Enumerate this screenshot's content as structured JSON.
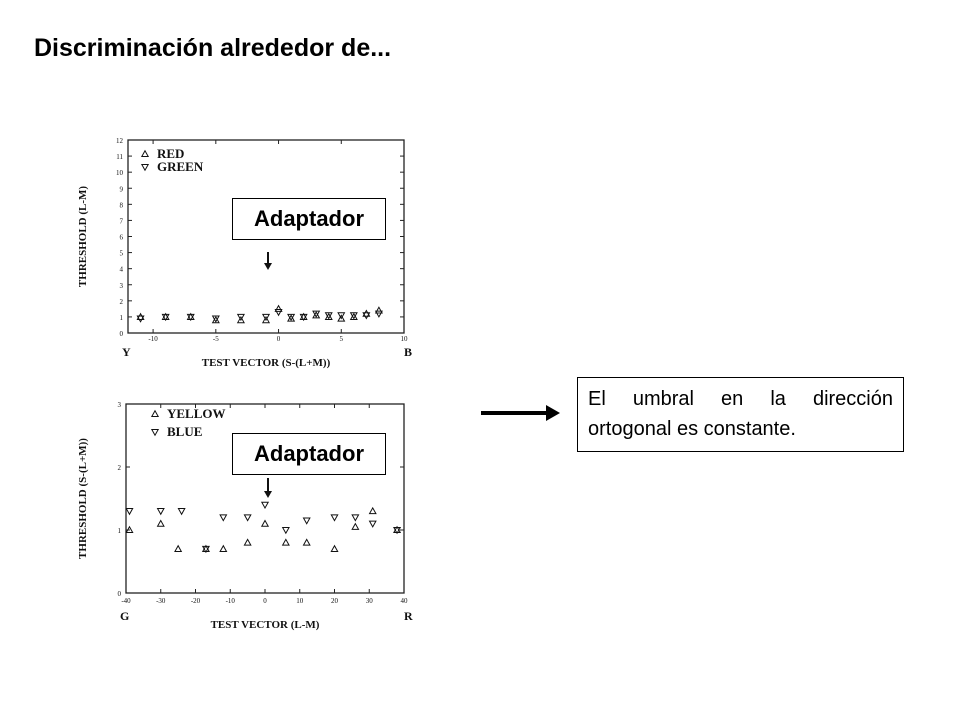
{
  "slide": {
    "title": "Discriminación alrededor de...",
    "note": "El umbral en la dirección ortogonal es constante.",
    "adapter_label": "Adaptador"
  },
  "chart_data": [
    {
      "type": "scatter",
      "ylabel": "THRESHOLD (L-M)",
      "xlabel": "TEST VECTOR (S-(L+M))",
      "xlim": [
        -12,
        10
      ],
      "ylim": [
        0,
        12
      ],
      "x_ticks": [
        -10,
        -5,
        0,
        5,
        10
      ],
      "y_ticks": [
        0,
        1,
        2,
        3,
        4,
        5,
        6,
        7,
        8,
        9,
        10,
        11,
        12
      ],
      "x_end_labels": {
        "left": "Y",
        "right": "B"
      },
      "legend": [
        "RED",
        "GREEN"
      ],
      "legend_position": "top-left",
      "series": [
        {
          "name": "RED",
          "marker": "triangle-up",
          "points": [
            [
              -11,
              1
            ],
            [
              -9,
              1
            ],
            [
              -7,
              1
            ],
            [
              -5,
              0.8
            ],
            [
              -3,
              0.8
            ],
            [
              -1,
              0.8
            ],
            [
              0,
              1.5
            ],
            [
              1,
              0.9
            ],
            [
              2,
              1
            ],
            [
              3,
              1.1
            ],
            [
              4,
              1
            ],
            [
              5,
              0.9
            ],
            [
              6,
              1
            ],
            [
              7,
              1.2
            ],
            [
              8,
              1.4
            ]
          ]
        },
        {
          "name": "GREEN",
          "marker": "triangle-down",
          "points": [
            [
              -11,
              0.9
            ],
            [
              -9,
              1
            ],
            [
              -7,
              1
            ],
            [
              -5,
              0.9
            ],
            [
              -3,
              1
            ],
            [
              -1,
              1
            ],
            [
              0,
              1.3
            ],
            [
              1,
              1
            ],
            [
              2,
              1
            ],
            [
              3,
              1.2
            ],
            [
              4,
              1.1
            ],
            [
              5,
              1.1
            ],
            [
              6,
              1.1
            ],
            [
              7,
              1.1
            ],
            [
              8,
              1.2
            ]
          ]
        }
      ]
    },
    {
      "type": "scatter",
      "ylabel": "THRESHOLD (S-(L+M))",
      "xlabel": "TEST VECTOR (L-M)",
      "xlim": [
        -40,
        40
      ],
      "ylim": [
        0,
        3
      ],
      "x_ticks": [
        -40,
        -30,
        -20,
        -10,
        0,
        10,
        20,
        30,
        40
      ],
      "y_ticks": [
        0,
        1,
        2,
        3
      ],
      "x_end_labels": {
        "left": "G",
        "right": "R"
      },
      "legend": [
        "YELLOW",
        "BLUE"
      ],
      "legend_position": "top-left",
      "series": [
        {
          "name": "YELLOW",
          "marker": "triangle-up",
          "points": [
            [
              -39,
              1
            ],
            [
              -30,
              1.1
            ],
            [
              -25,
              0.7
            ],
            [
              -17,
              0.7
            ],
            [
              -12,
              0.7
            ],
            [
              -5,
              0.8
            ],
            [
              0,
              1.1
            ],
            [
              6,
              0.8
            ],
            [
              12,
              0.8
            ],
            [
              20,
              0.7
            ],
            [
              26,
              1.05
            ],
            [
              31,
              1.3
            ],
            [
              38,
              1
            ]
          ]
        },
        {
          "name": "BLUE",
          "marker": "triangle-down",
          "points": [
            [
              -39,
              1.3
            ],
            [
              -30,
              1.3
            ],
            [
              -24,
              1.3
            ],
            [
              -17,
              0.7
            ],
            [
              -12,
              1.2
            ],
            [
              -5,
              1.2
            ],
            [
              0,
              1.4
            ],
            [
              6,
              1
            ],
            [
              12,
              1.15
            ],
            [
              20,
              1.2
            ],
            [
              26,
              1.2
            ],
            [
              31,
              1.1
            ],
            [
              38,
              1
            ]
          ]
        }
      ]
    }
  ]
}
